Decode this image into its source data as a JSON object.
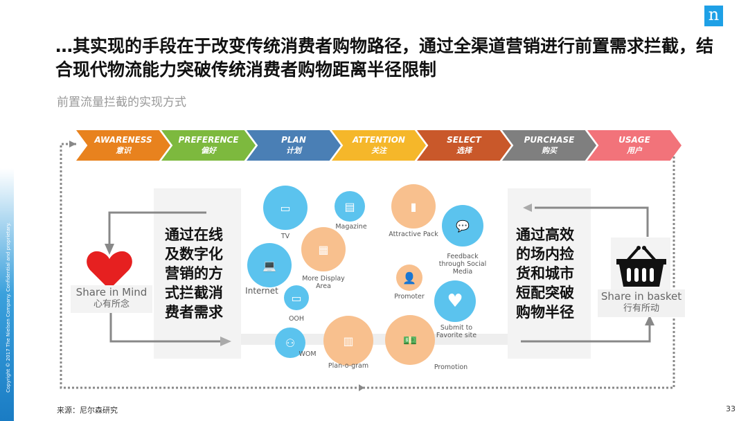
{
  "copyright": "Copyright © 2017 The Nielsen Company. Confidential and proprietary.",
  "logo": "n",
  "title": "…其实现的手段在于改变传统消费者购物路径，通过全渠道营销进行前置需求拦截，结合现代物流能力突破传统消费者购物距离半径限制",
  "subtitle": "前置流量拦截的实现方式",
  "stages": [
    {
      "en": "AWARENESS",
      "zh": "意识",
      "color": "#E8821E"
    },
    {
      "en": "PREFERENCE",
      "zh": "偏好",
      "color": "#7DB93E"
    },
    {
      "en": "PLAN",
      "zh": "计划",
      "color": "#4A7FB5"
    },
    {
      "en": "ATTENTION",
      "zh": "关注",
      "color": "#F5B72A"
    },
    {
      "en": "SELECT",
      "zh": "选择",
      "color": "#C9582A"
    },
    {
      "en": "PURCHASE",
      "zh": "购买",
      "color": "#7F7F7F"
    },
    {
      "en": "USAGE",
      "zh": "用户",
      "color": "#F2737A"
    }
  ],
  "left": {
    "en": "Share in Mind",
    "zh": "心有所念",
    "text": "通过在线及数字化营销的方式拦截消费者需求"
  },
  "right": {
    "en": "Share in basket",
    "zh": "行有所动",
    "text": "通过高效的场内捡货和城市短配突破购物半径"
  },
  "channels": {
    "tv": "TV",
    "magazine": "Magazine",
    "display": "More Display Area",
    "internet": "Internet",
    "ooh": "OOH",
    "wom": "WOM",
    "planogram": "Plan-o-gram",
    "pack": "Attractive Pack",
    "feedback": "Feedback through Social Media",
    "promoter": "Promoter",
    "submit": "Submit to Favorite site",
    "promotion": "Promotion"
  },
  "footer": "来源：尼尔森研究",
  "page": "33"
}
